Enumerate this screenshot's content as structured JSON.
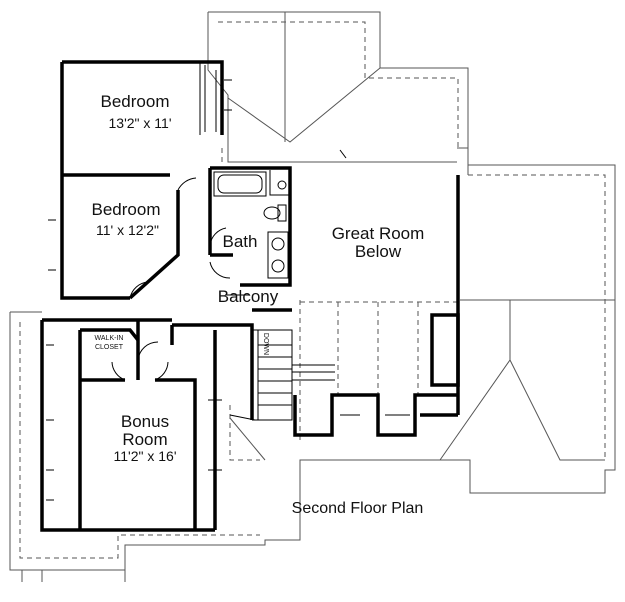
{
  "plan": {
    "title": "Second Floor Plan",
    "rooms": {
      "bedroom_1": {
        "name": "Bedroom",
        "size": "13'2\" x 11'"
      },
      "bedroom_2": {
        "name": "Bedroom",
        "size": "11' x 12'2\""
      },
      "bath": {
        "name": "Bath"
      },
      "great_room": {
        "name": "Great Room",
        "note": "Below"
      },
      "balcony": {
        "name": "Balcony"
      },
      "walk_in_closet": {
        "line1": "WALK-IN",
        "line2": "CLOSET"
      },
      "bonus_room": {
        "line1": "Bonus",
        "line2": "Room",
        "size": "11'2\" x 16'"
      }
    },
    "stairs": {
      "label": "DOWN"
    },
    "colors": {
      "wall": "#000000",
      "roof_line": "#555555",
      "background": "#ffffff"
    }
  }
}
